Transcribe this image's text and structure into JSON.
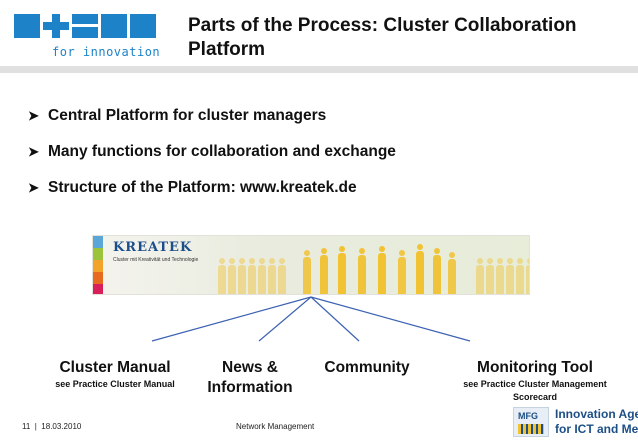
{
  "header": {
    "logo_tagline": "for innovation",
    "title": "Parts of the Process: Cluster Collaboration Platform"
  },
  "bullets": [
    "Central Platform for cluster managers",
    "Many functions for collaboration and exchange",
    "Structure of the Platform: www.kreatek.de"
  ],
  "banner": {
    "brand": "KREATEK",
    "subtitle": "Cluster mit Kreativität und Technologie",
    "stripe_colors": [
      "#5aa6d6",
      "#9bc33c",
      "#f2a32a",
      "#e66a1f",
      "#d81e5b"
    ],
    "figure_color": "#f1c232"
  },
  "nodes": {
    "cluster_manual": {
      "label": "Cluster Manual",
      "sub": "see Practice Cluster Manual"
    },
    "news": {
      "label": "News & Information"
    },
    "community": {
      "label": "Community"
    },
    "monitoring": {
      "label": "Monitoring Tool",
      "sub": "see Practice Cluster Management Scorecard"
    }
  },
  "colors": {
    "connector": "#3d63b2",
    "logo_blue": "#1d82c7"
  },
  "footer": {
    "page": "11",
    "separator": "|",
    "date": "18.03.2010",
    "center": "Network Management"
  },
  "mfg": {
    "badge": "MFG",
    "line1": "Innovation Agency",
    "line2": "for ICT and Media"
  }
}
